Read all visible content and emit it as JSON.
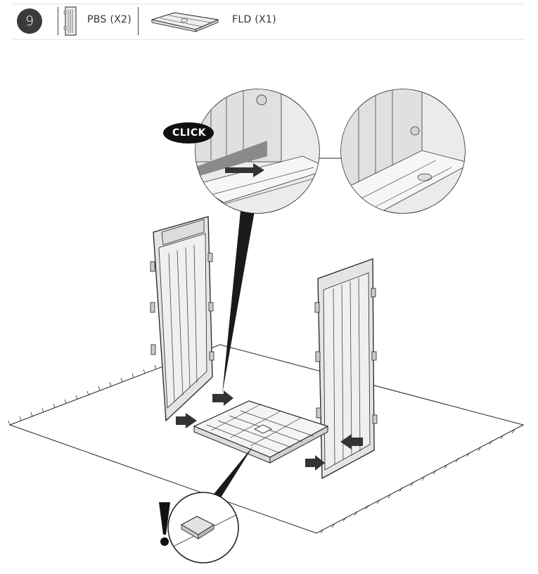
{
  "header": {
    "step_number": "9",
    "parts": [
      {
        "code": "PBS (X2)",
        "icon": "panel-icon"
      },
      {
        "code": "FLD (X1)",
        "icon": "floor-icon"
      }
    ]
  },
  "callout": {
    "click_label": "CLICK"
  },
  "colors": {
    "ink": "#1a1a1a",
    "panel_fill": "#e6e6e6",
    "badge": "#3a3a3a"
  }
}
